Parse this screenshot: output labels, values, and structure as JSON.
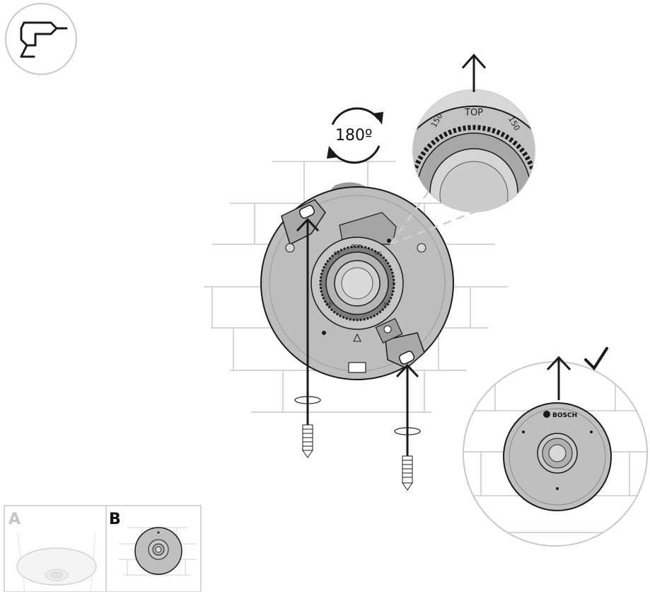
{
  "step": {
    "tool_icon": "drill-icon",
    "rotation_label": "180º",
    "ring_labels": {
      "top": "TOP",
      "left_mark": "150",
      "right_mark": "150",
      "inner_left": "00",
      "inner_right": "00",
      "inner_lower_left": "30",
      "inner_lower_right": "30"
    },
    "brand_label": "BOSCH",
    "check_icon": "checkmark-icon",
    "panels": [
      {
        "letter": "A",
        "state": "inactive"
      },
      {
        "letter": "B",
        "state": "active"
      }
    ]
  },
  "colors": {
    "line": "#1a1a1a",
    "brick": "#c8c8c8",
    "plate_fill": "#bdbdbd",
    "plate_dark": "#8f8f8f",
    "lens_dark": "#5c5c5c",
    "panel_inactive": "#c4c4c4",
    "panel_active": "#111111",
    "badge_ring": "#c8c8c8"
  }
}
